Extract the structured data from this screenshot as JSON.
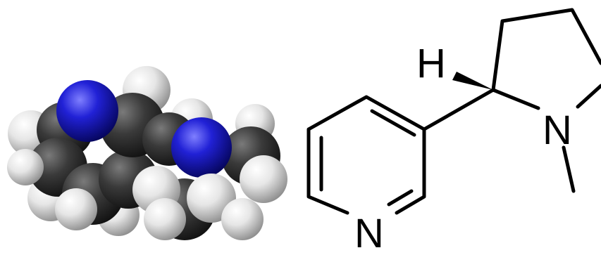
{
  "space_filling_model": {
    "atom_colors": {
      "carbon": "#3a3a3a",
      "nitrogen": "#2121d6",
      "hydrogen": "#e8e8e8"
    }
  },
  "structural_formula": {
    "labels": {
      "hydrogen": "H",
      "pyrrolidine_nitrogen": "N",
      "pyridine_nitrogen": "N"
    },
    "bond_color": "#000000"
  }
}
